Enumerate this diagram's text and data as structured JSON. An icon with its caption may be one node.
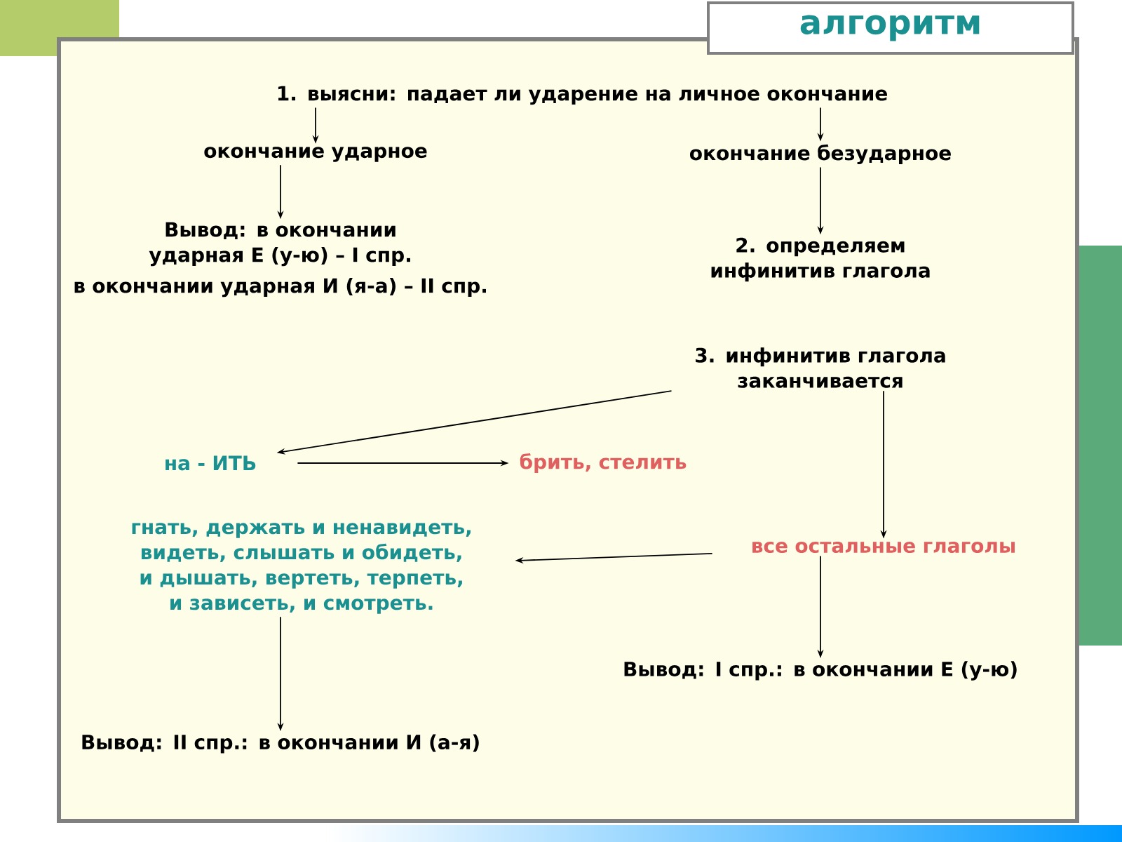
{
  "diagram": {
    "title": "алгоритм",
    "nodes": [
      {
        "text": [
          "1. выясни: падает ли ударение на личное окончание"
        ]
      },
      {
        "text": [
          "окончание ударное"
        ]
      },
      {
        "text": [
          "окончание безударное"
        ]
      },
      {
        "text": [
          "Вывод: в окончании ударная Е (у-ю) – I спр.",
          "в окончании ударная И (я-а) – II спр."
        ]
      },
      {
        "text": [
          "2. определяем инфинитив глагола"
        ]
      },
      {
        "text": [
          "3. инфинитив глагола заканчивается"
        ]
      },
      {
        "text": [
          "на - ИТЬ"
        ]
      },
      {
        "text": [
          "брить, стелить"
        ]
      },
      {
        "text": [
          "все остальные глаголы"
        ]
      },
      {
        "text": [
          "гнать, держать и ненавидеть, видеть, слышать и обидеть, и дышать, вертеть, терпеть, и зависеть, и смотреть."
        ]
      },
      {
        "text": [
          "Вывод: I спр.: в окончании Е (у-ю)"
        ]
      },
      {
        "text": [
          "Вывод: II спр.: в окончании И (а-я)"
        ]
      }
    ],
    "edges": [
      {
        "from": 0,
        "to": 1,
        "arrow": "to"
      },
      {
        "from": 0,
        "to": 2,
        "arrow": "to"
      },
      {
        "from": 1,
        "to": 3,
        "arrow": "to"
      },
      {
        "from": 2,
        "to": 4,
        "arrow": "to"
      },
      {
        "from": 5,
        "to": 6,
        "arrow": "to"
      },
      {
        "from": 6,
        "to": 7,
        "arrow": "to"
      },
      {
        "from": 5,
        "to": 8,
        "arrow": "to"
      },
      {
        "from": 8,
        "to": 9,
        "arrow": "to"
      },
      {
        "from": 8,
        "to": 10,
        "arrow": "to"
      },
      {
        "from": 9,
        "to": 11,
        "arrow": "to"
      }
    ]
  }
}
